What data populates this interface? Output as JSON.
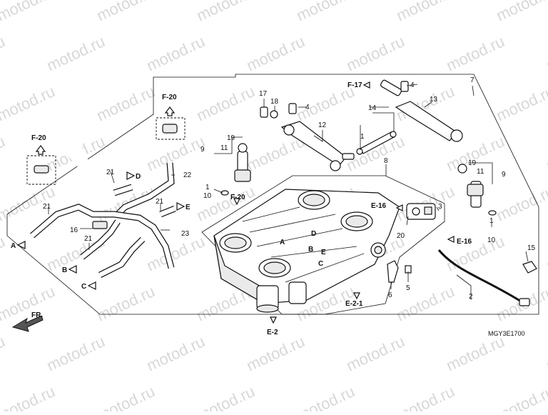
{
  "watermark_text": "motod.ru",
  "diagram_code": "MGY3E1700",
  "front_marker": "FR.",
  "part_numbers": [
    "1",
    "2",
    "3",
    "4",
    "5",
    "6",
    "7",
    "8",
    "9",
    "10",
    "11",
    "12",
    "13",
    "14",
    "15",
    "16",
    "17",
    "18",
    "19",
    "20",
    "21",
    "22",
    "23"
  ],
  "refs": {
    "f20a": "F-20",
    "f20b": "F-20",
    "f20c": "F-20",
    "f17": "F-17",
    "e16a": "E-16",
    "e16b": "E-16",
    "e2": "E-2",
    "e21": "E-2-1"
  },
  "hose_ends": [
    "A",
    "B",
    "C",
    "D",
    "E"
  ],
  "body_letters": [
    "A",
    "B",
    "C",
    "D",
    "E"
  ]
}
